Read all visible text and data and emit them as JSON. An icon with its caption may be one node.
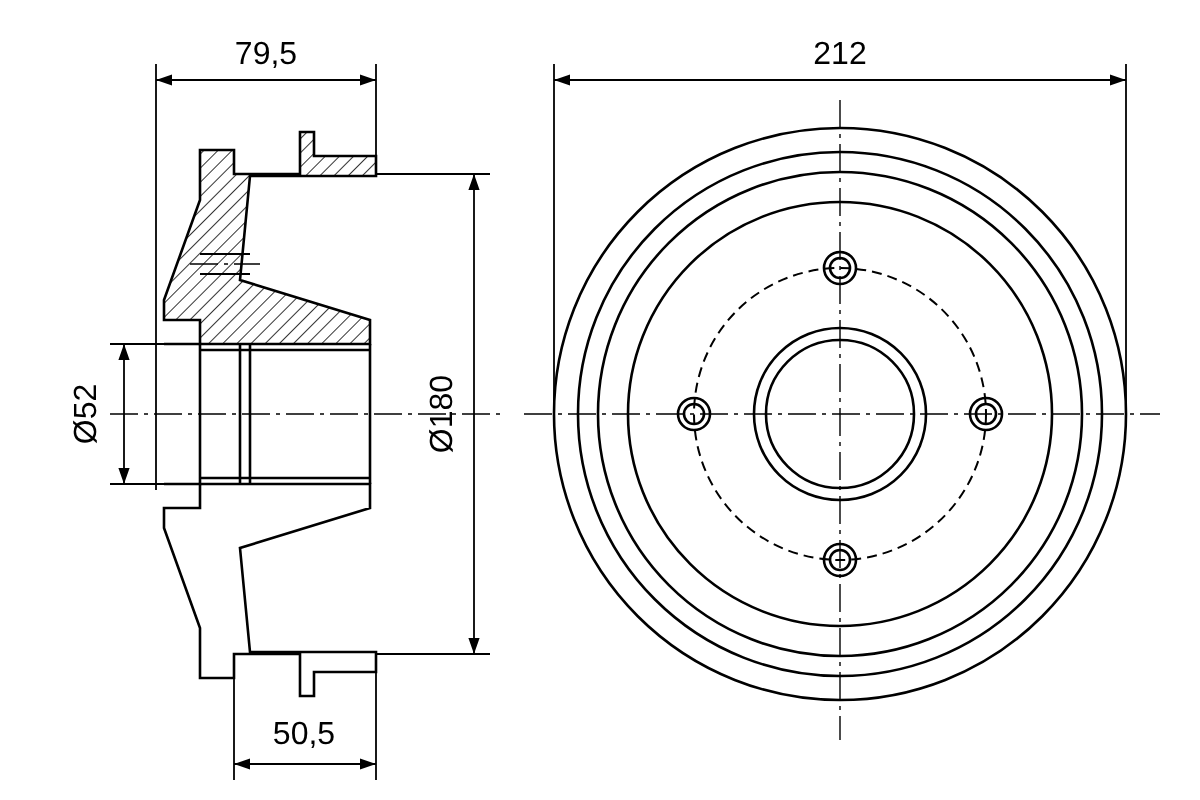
{
  "diagram": {
    "labels": [
      "79,5",
      "212",
      "Ø52",
      "Ø180",
      "50,5"
    ]
  }
}
